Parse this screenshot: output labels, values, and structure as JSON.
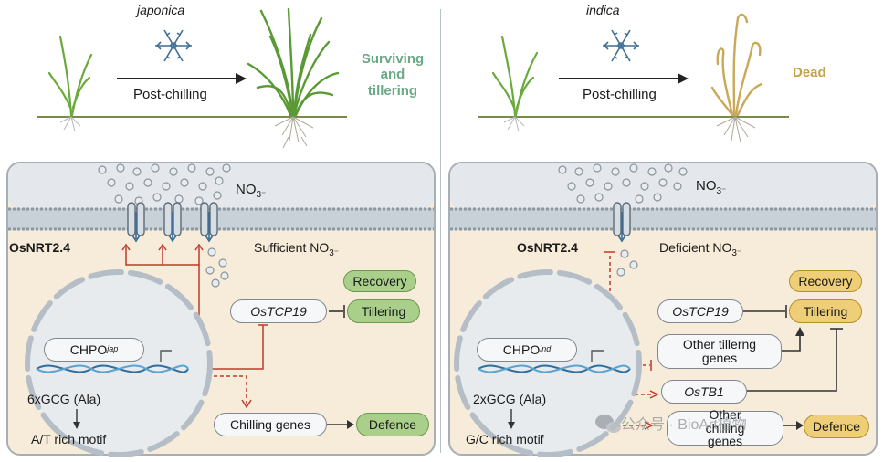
{
  "left": {
    "cultivar": "japonica",
    "treatment": "Post-chilling",
    "outcome_line1": "Surviving",
    "outcome_line2": "and",
    "outcome_line3": "tillering",
    "ion": "NO",
    "ion_charge": "3⁻",
    "transporter": "OsNRT2.4",
    "nitrate_status": "Sufficient NO",
    "nitrate_charge": "3⁻",
    "gene_main": "CHPO",
    "gene_sup": "jap",
    "repeat": "6xGCG (Ala)",
    "motif": "A/T rich motif",
    "tcp": "OsTCP19",
    "recovery": "Recovery",
    "tillering": "Tillering",
    "chilling_genes": "Chilling genes",
    "defence": "Defence"
  },
  "right": {
    "cultivar": "indica",
    "treatment": "Post-chilling",
    "outcome": "Dead",
    "ion": "NO",
    "ion_charge": "3⁻",
    "transporter": "OsNRT2.4",
    "nitrate_status": "Deficient NO",
    "nitrate_charge": "3⁻",
    "gene_main": "CHPO",
    "gene_sup": "ind",
    "repeat": "2xGCG (Ala)",
    "motif": "G/C rich motif",
    "tcp": "OsTCP19",
    "recovery": "Recovery",
    "tillering": "Tillering",
    "other_tillering": "Other tillerng genes",
    "tb1": "OsTB1",
    "other_chilling": "Other chilling genes",
    "defence": "Defence"
  },
  "watermark": "公众号 · BioArt植物",
  "colors": {
    "membrane": "#9aa4ad",
    "cell_bg": "#f7ecd9",
    "outside_bg": "#e4e8ec",
    "activation_red": "#c0392b",
    "green_box": "#a9cf8a",
    "yellow_box": "#eecf77"
  },
  "icons": [
    "snowflake-icon",
    "rice-plant-icon",
    "dna-helix-icon",
    "transporter-channel-icon",
    "nitrate-ion-icon"
  ]
}
